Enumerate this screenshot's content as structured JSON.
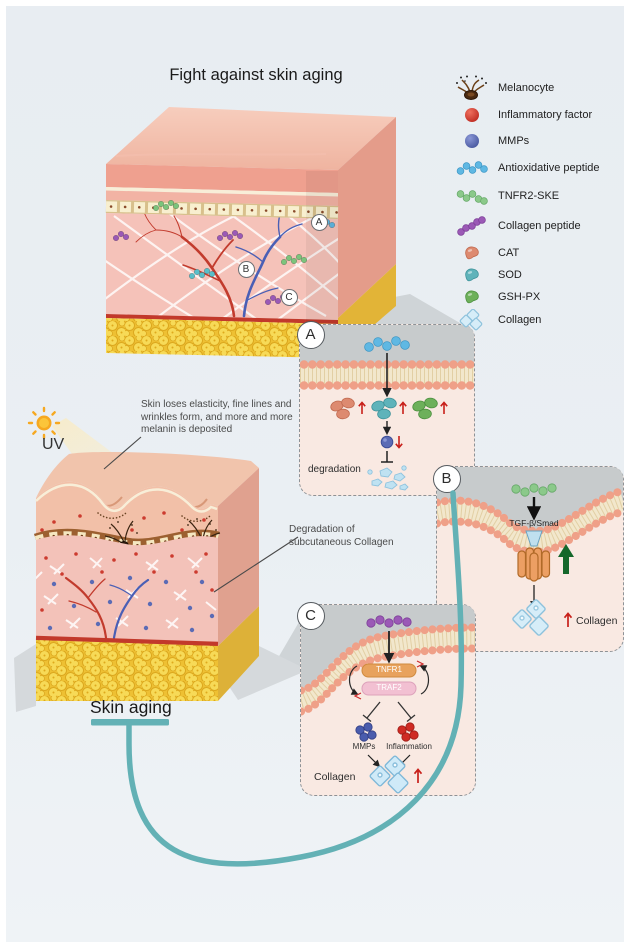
{
  "figure_title": "Fight against skin aging",
  "uv_label": "UV",
  "skin_aging_label": "Skin aging",
  "annotations": {
    "wrinkle_note": "Skin loses elasticity, fine lines and wrinkles form, and more and more melanin is deposited",
    "collagen_note": "Degradation of subcutaneous Collagen"
  },
  "cube_markers": {
    "a": "A",
    "b": "B",
    "c": "C"
  },
  "legend": {
    "items": [
      {
        "label": "Melanocyte",
        "icon": "melanocyte-icon",
        "color": "#5a3318"
      },
      {
        "label": "Inflammatory factor",
        "icon": "inflammatory-factor-icon",
        "color": "#d8362a"
      },
      {
        "label": "MMPs",
        "icon": "mmps-icon",
        "color": "#5b6bb5"
      },
      {
        "label": "Antioxidative peptide",
        "icon": "antioxidative-peptide-icon",
        "color": "#5fb8e3"
      },
      {
        "label": "TNFR2-SKE",
        "icon": "tnfr2-ske-icon",
        "color": "#8bc98a"
      },
      {
        "label": "Collagen peptide",
        "icon": "collagen-peptide-icon",
        "color": "#9b59b6"
      },
      {
        "label": "CAT",
        "icon": "cat-icon",
        "color": "#dd8a70"
      },
      {
        "label": "SOD",
        "icon": "sod-icon",
        "color": "#5fb3ba"
      },
      {
        "label": "GSH-PX",
        "icon": "gsh-px-icon",
        "color": "#6db05a"
      },
      {
        "label": "Collagen",
        "icon": "collagen-icon",
        "color": "#d6edf8"
      }
    ]
  },
  "panel_a": {
    "label": "A",
    "degradation_label": "degradation"
  },
  "panel_b": {
    "label": "B",
    "pathway_label": "TGF-β/Smad",
    "collagen_label": "Collagen"
  },
  "panel_c": {
    "label": "C",
    "receptor_top": "TNFR1",
    "receptor_bottom": "TRAF2",
    "mmps_label": "MMPs",
    "inflammation_label": "Inflammation",
    "collagen_label": "Collagen"
  },
  "colors": {
    "accent_teal": "#63b1b5",
    "panel_bg": "#f9e9e2",
    "extracellular_gray": "#c7cbcc",
    "membrane_salmon": "#efa088",
    "fat_yellow": "#eec033",
    "up_arrow_red": "#c8201a"
  }
}
